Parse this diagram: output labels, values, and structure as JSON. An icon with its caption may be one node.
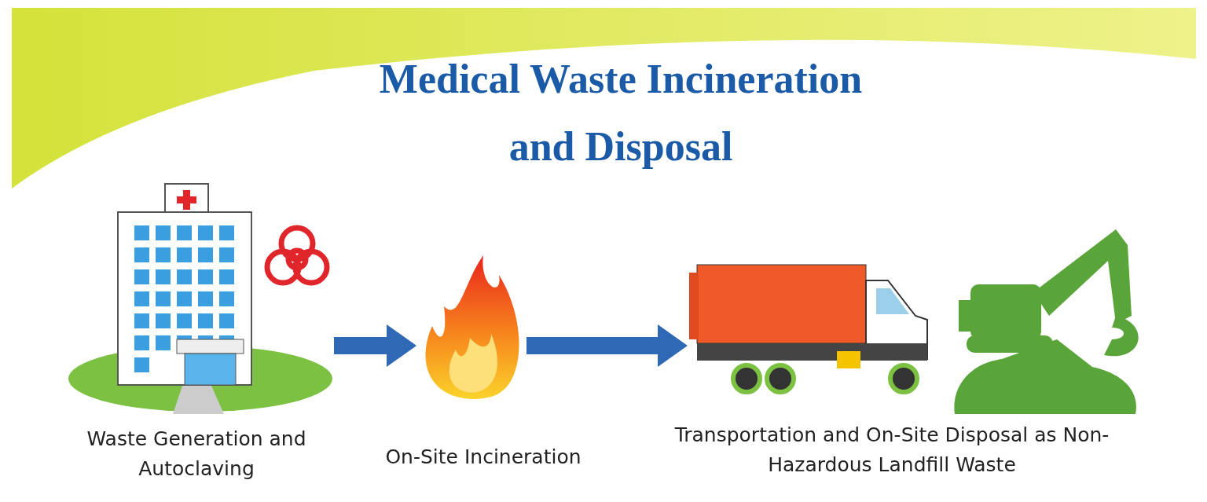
{
  "diagram": {
    "title": "Medical Waste Incineration and Disposal",
    "nodes": [
      {
        "text": [],
        "shape": "picture",
        "beside": [
          "Waste Generation and Autoclaving"
        ]
      },
      {
        "text": [],
        "shape": "picture",
        "beside": [
          "On-Site Incineration"
        ]
      },
      {
        "text": [],
        "shape": "picture",
        "beside": [
          "Transportation and On-Site Disposal as Non-Hazardous Landfill Waste"
        ]
      }
    ],
    "edges": [
      {
        "from": 0,
        "to": 1,
        "arrow": "to"
      },
      {
        "from": 1,
        "to": 2,
        "arrow": "to"
      }
    ]
  }
}
